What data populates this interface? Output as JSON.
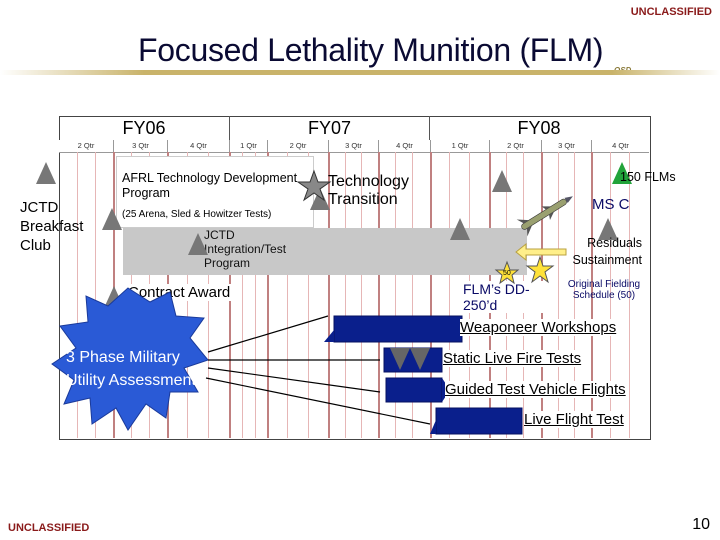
{
  "classification": {
    "top": "UNCLASSIFIED",
    "bottom": "UNCLASSIFIED"
  },
  "page_number": "10",
  "title": "Focused Lethality Munition (FLM)",
  "org_mark": "OSD",
  "fiscal_years": [
    "FY06",
    "FY07",
    "FY08"
  ],
  "quarters": [
    "2 Qtr",
    "3 Qtr",
    "4 Qtr",
    "1 Qtr",
    "2 Qtr",
    "3 Qtr",
    "4 Qtr",
    "1 Qtr",
    "2 Qtr",
    "3 Qtr",
    "4 Qtr"
  ],
  "program_label": "JCTD Breakfast Club",
  "afrl": {
    "title": "AFRL Technology Development Program",
    "subtitle": "(25 Arena, Sled & Howitzer Tests)"
  },
  "tech_transition": "Technology Transition",
  "jctd_bar": "JCTD Integration/Test Program",
  "contract_award": "Contract Award",
  "mua": "3 Phase Military Utility Assessment",
  "milestones": {
    "flm_count": "150 FLMs",
    "ms_c": "MS C",
    "residuals": "Residuals Sustainment",
    "flm_dd": "FLM’s DD-250’d",
    "original_fielding": "Original Fielding Schedule (50)",
    "star_count": "50"
  },
  "tasks": [
    "Weaponeer Workshops",
    "Static Live Fire Tests",
    "Guided Test Vehicle Flights",
    "Live Flight Test"
  ],
  "colors": {
    "title": "#0a0a33",
    "accent_rule": "#c9b36a",
    "classification": "#8a1a1a",
    "bar_blue": "#0a1f8c",
    "burst": "#2a5ad6",
    "star_yellow": "#ffe23a",
    "arrow_yellow": "#ffef8a"
  }
}
